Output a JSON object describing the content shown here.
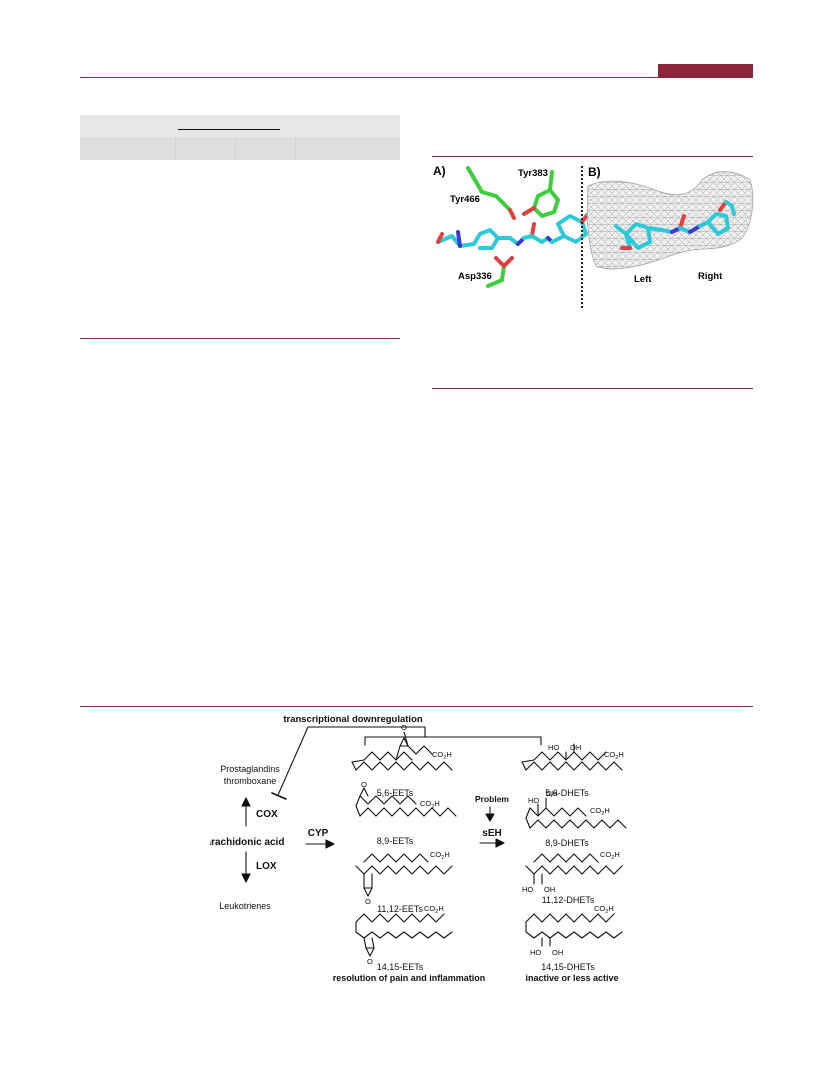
{
  "figure_docking": {
    "panel_a_label": "A)",
    "panel_b_label": "B)",
    "residues": [
      "Tyr466",
      "Tyr383",
      "Asp336"
    ],
    "pocket_left_label": "Left",
    "pocket_right_label": "Right"
  },
  "scheme": {
    "transcriptional_label": "transcriptional downregulation",
    "prostaglandins_line1": "Prostaglandins",
    "prostaglandins_line2": "thromboxane",
    "cox": "COX",
    "arachidonic": "arachidonic acid",
    "lox": "LOX",
    "leukotrienes": "Leukotrienes",
    "cyp": "CYP",
    "problem": "Problem",
    "seh": "sEH",
    "eets": [
      "5,6-EETs",
      "8,9-EETs",
      "11,12-EETs",
      "14,15-EETs"
    ],
    "dhets": [
      "5,6-DHETs",
      "8,9-DHETs",
      "11,12-DHETs",
      "14,15-DHETs"
    ],
    "eet_caption": "resolution of pain and inflammation",
    "dhet_caption": "inactive or less active",
    "co2h": "CO",
    "co2h_sub": "2",
    "co2h_h": "H",
    "oh": "OH",
    "ho": "HO",
    "o": "O"
  },
  "colors": {
    "accent": "#8b2638",
    "rule": "#8a2a3c",
    "carbon_green": "#3ccf3c",
    "carbon_cyan": "#2ccad8",
    "oxygen": "#e04040",
    "nitrogen": "#3a3acc"
  }
}
